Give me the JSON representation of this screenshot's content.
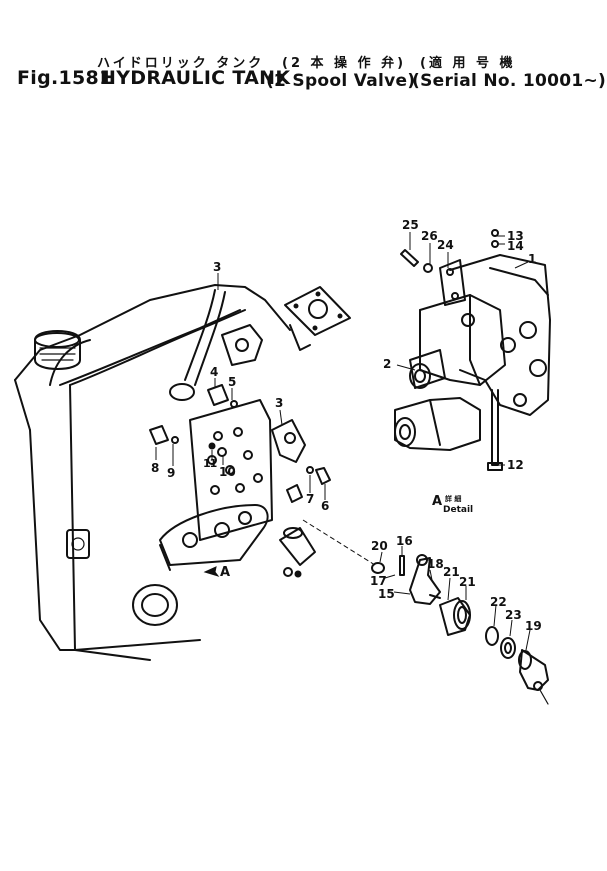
{
  "title": {
    "japanese_line_1": "ハイドロリック タンク",
    "japanese_line_2": "(2 本 操 作 弁)",
    "japanese_line_3": "(適 用 号 機",
    "figure_number": "Fig.1581",
    "part_name": "HYDRAULIC TANK",
    "variant": "(2 Spool Valve)",
    "serial": "(Serial No. 10001~)"
  },
  "detail": {
    "letter": "A",
    "japanese": "詳 細",
    "word": "Detail",
    "view_marker": "A"
  },
  "callouts": [
    "1",
    "2",
    "3",
    "3",
    "4",
    "5",
    "6",
    "7",
    "8",
    "9",
    "10",
    "11",
    "12",
    "13",
    "14",
    "15",
    "16",
    "17",
    "18",
    "19",
    "20",
    "21",
    "21",
    "22",
    "23",
    "24",
    "25",
    "26"
  ]
}
